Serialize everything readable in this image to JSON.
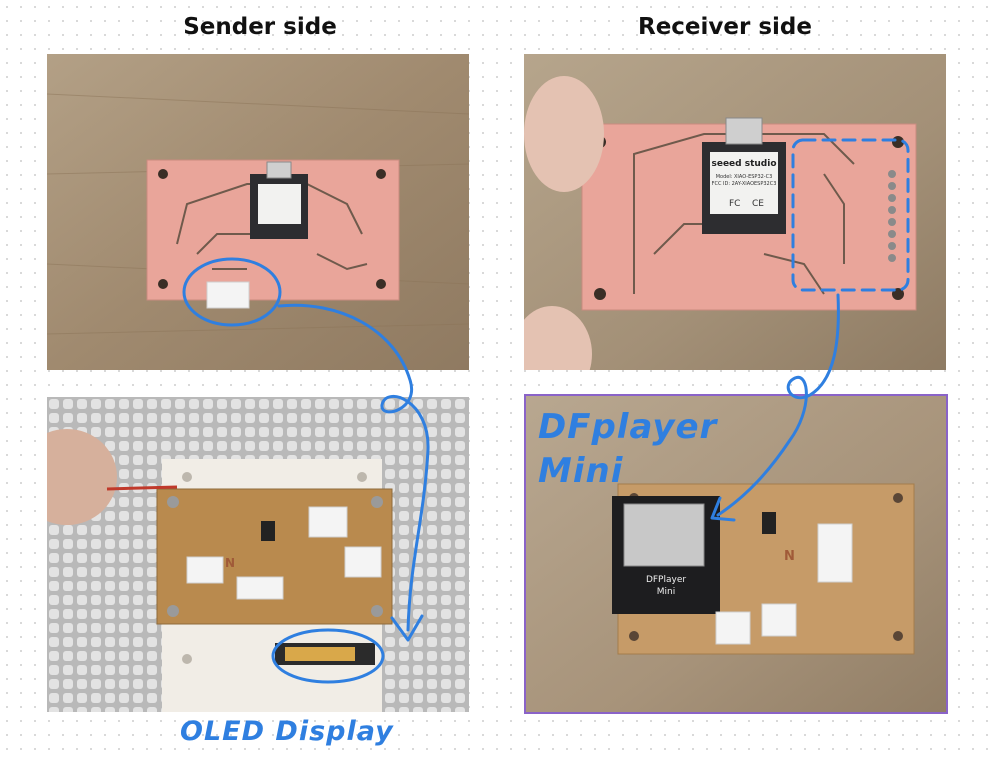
{
  "headings": {
    "sender": "Sender side",
    "receiver": "Receiver side"
  },
  "annotations": {
    "oled": "OLED Display",
    "dfplayer_line1": "DFplayer",
    "dfplayer_line2": "Mini"
  },
  "board_markings": {
    "xiao_brand": "seeed studio",
    "xiao_model": "Model: XIAO-ESP32-C3",
    "xiao_fcc": "FCC ID: 2AY-XIAOESP32C3",
    "ce_mark": "CE",
    "fc_mark": "FC",
    "dfplayer_label": "DFPlayer",
    "dfplayer_label2": "Mini",
    "board_letter": "N"
  },
  "colors": {
    "annotation_blue": "#2f7fe0",
    "frame_purple": "#8a63c8",
    "pcb_pink": "#e9a59a",
    "pcb_brown": "#b98a4e",
    "wood": "#a89277"
  }
}
